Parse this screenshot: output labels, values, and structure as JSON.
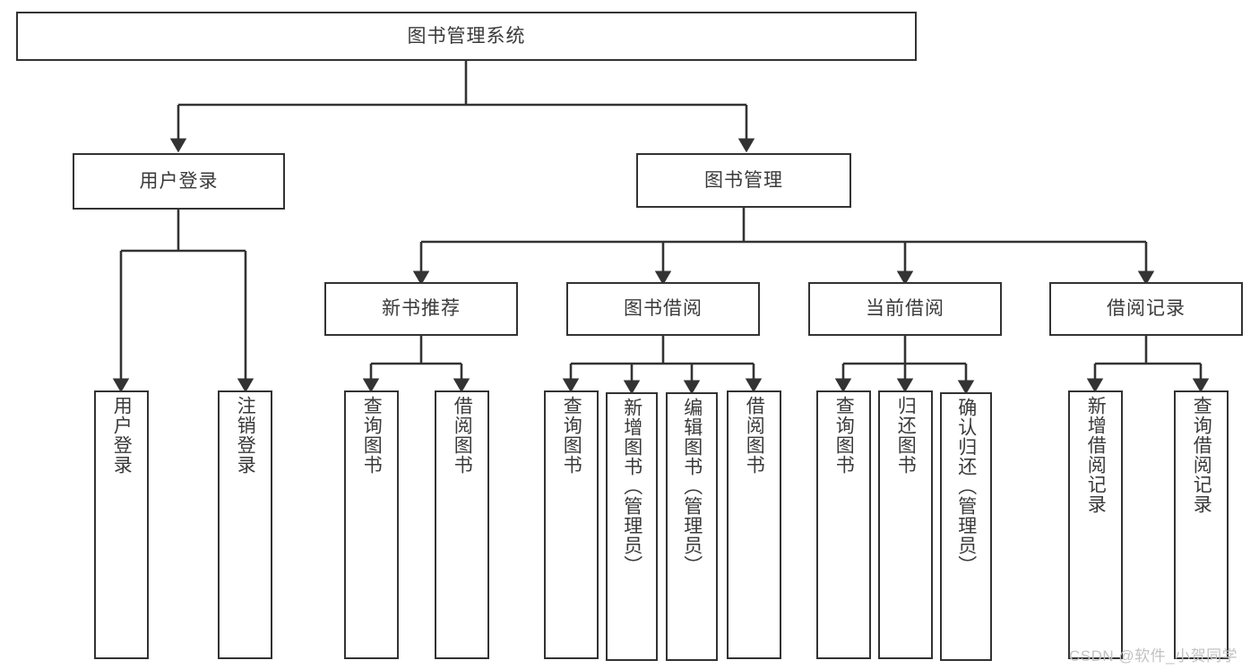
{
  "diagram": {
    "title": "图书管理系统",
    "type": "tree-hierarchy",
    "orientation": "top-down",
    "colors": {
      "node_border": "#333333",
      "node_fill": "#ffffff",
      "text": "#3a3a3a",
      "edge": "#333333",
      "watermark": "#c2c2c2"
    }
  },
  "root": {
    "label": "图书管理系统"
  },
  "tier2": [
    {
      "label": "用户登录"
    },
    {
      "label": "图书管理"
    }
  ],
  "tier3": [
    {
      "label": "新书推荐"
    },
    {
      "label": "图书借阅"
    },
    {
      "label": "当前借阅"
    },
    {
      "label": "借阅记录"
    }
  ],
  "leaves": {
    "user_login": [
      {
        "label": "用户登录"
      },
      {
        "label": "注销登录"
      }
    ],
    "new_book_recommend": [
      {
        "label": "查询图书"
      },
      {
        "label": "借阅图书"
      }
    ],
    "book_borrow": [
      {
        "label": "查询图书"
      },
      {
        "label": "新增图书（管理员）"
      },
      {
        "label": "编辑图书（管理员）"
      },
      {
        "label": "借阅图书"
      }
    ],
    "current_borrow": [
      {
        "label": "查询图书"
      },
      {
        "label": "归还图书"
      },
      {
        "label": "确认归还（管理员）"
      }
    ],
    "borrow_record": [
      {
        "label": "新增借阅记录"
      },
      {
        "label": "查询借阅记录"
      }
    ]
  },
  "watermark": {
    "text": "CSDN @软件_小贺同学"
  }
}
